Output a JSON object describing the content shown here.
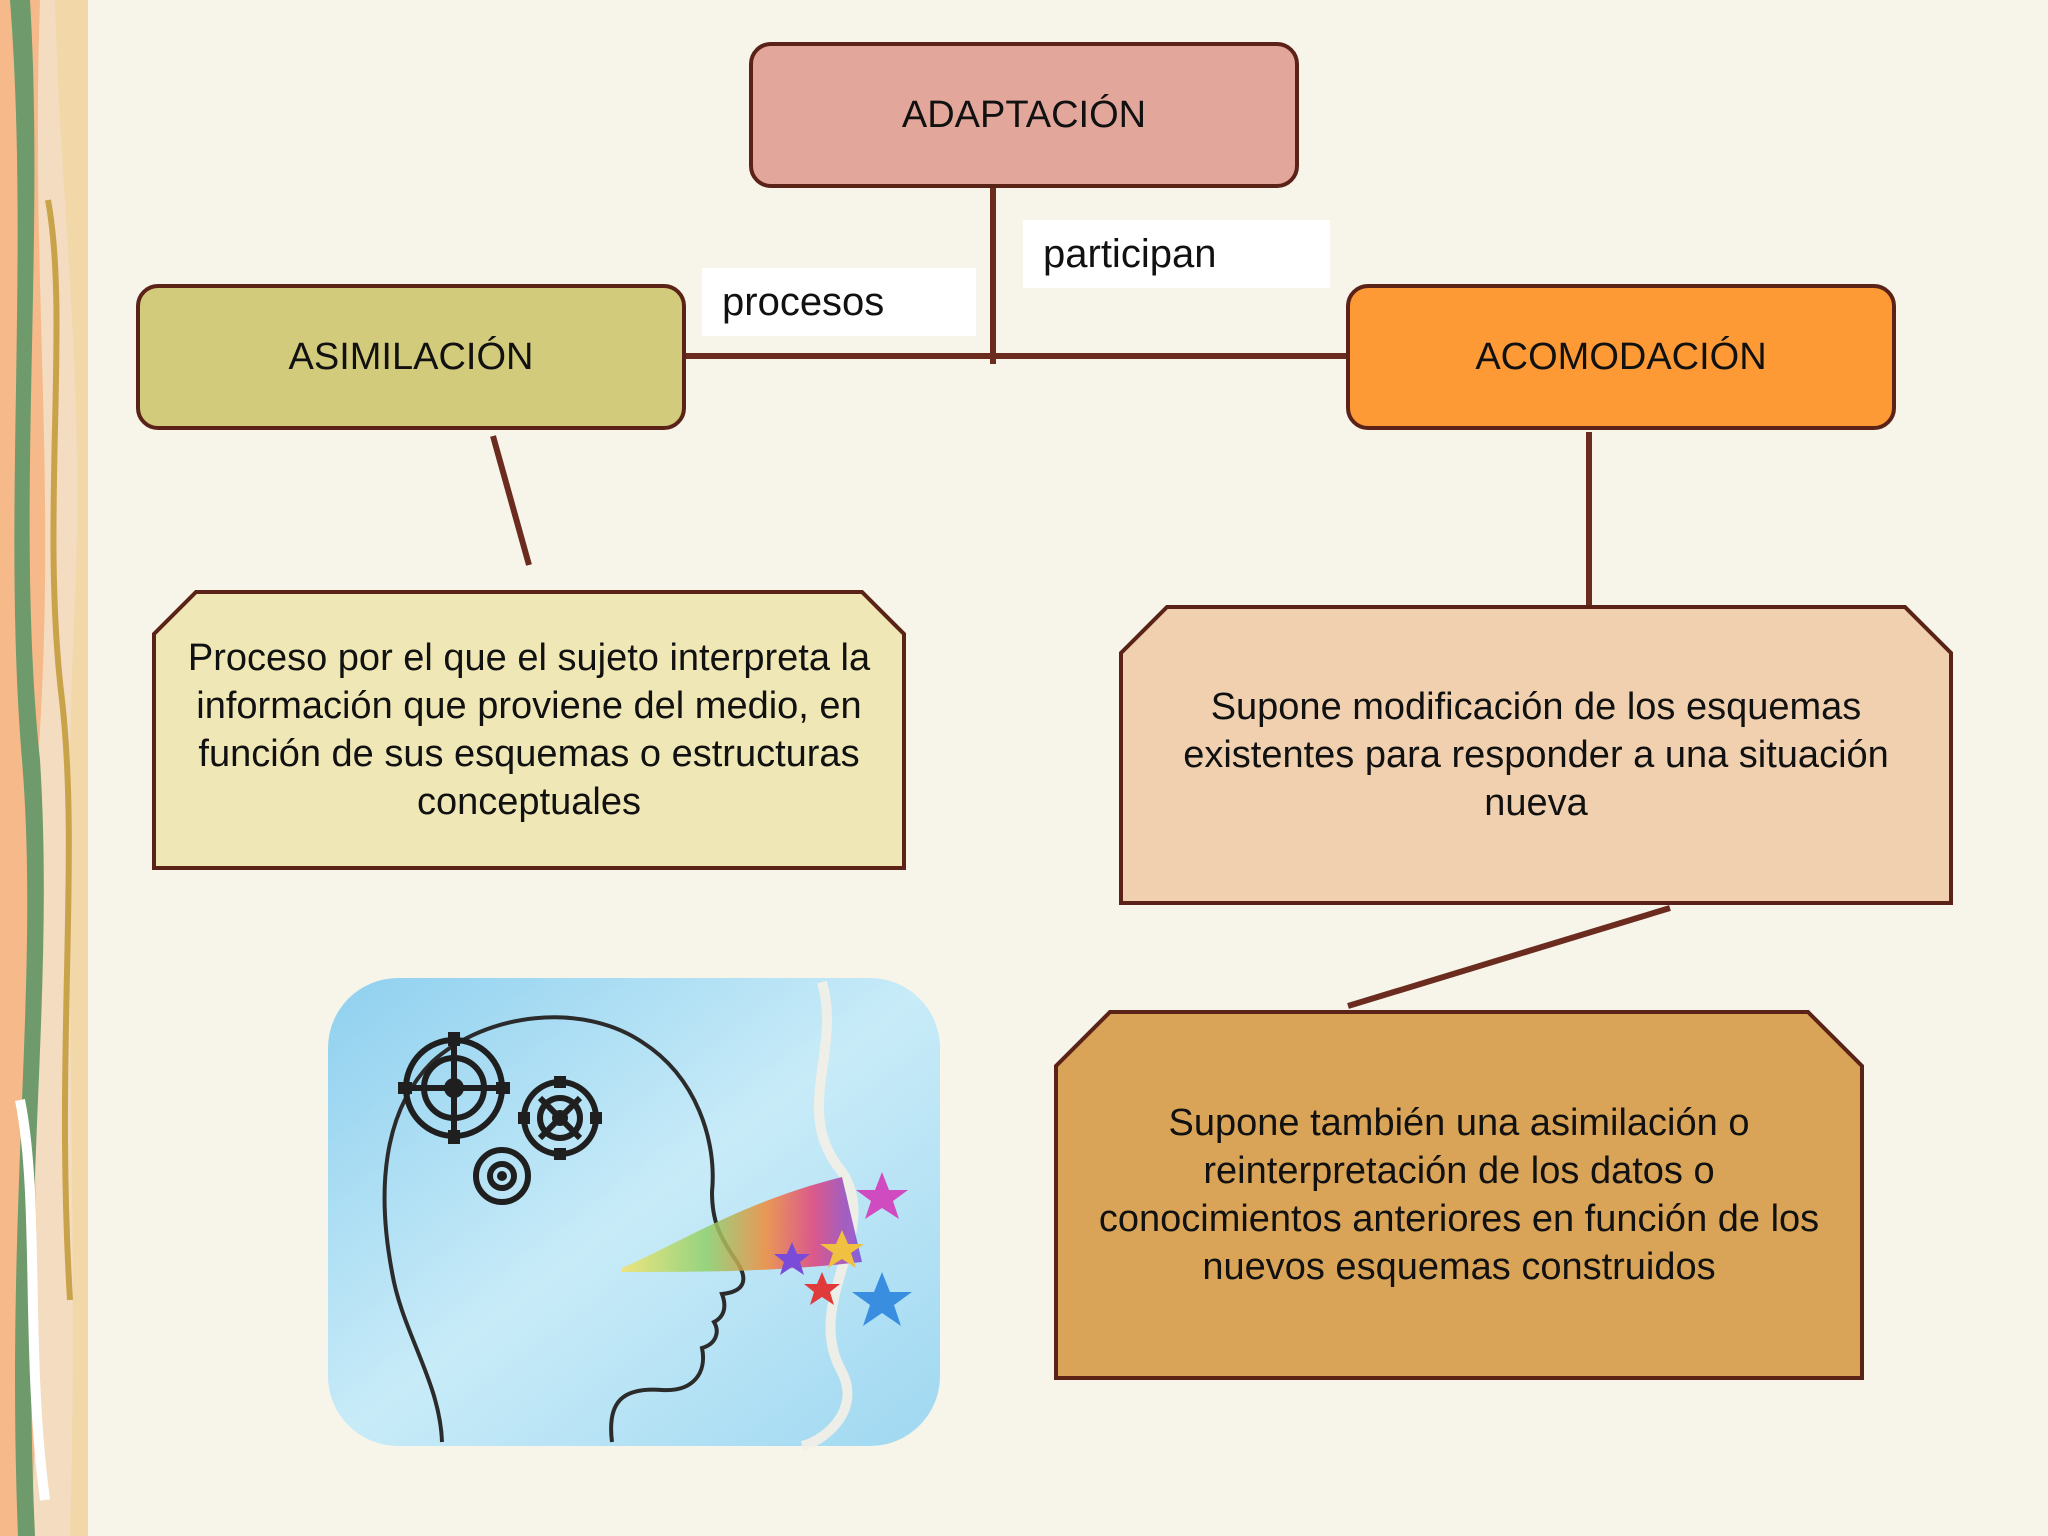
{
  "nodes": {
    "root": "ADAPTACIÓN",
    "left": "ASIMILACIÓN",
    "right": "ACOMODACIÓN",
    "left_desc": "Proceso por  el que el sujeto interpreta la información que proviene del medio, en función de sus esquemas o estructuras conceptuales",
    "right_desc": "Supone modificación de los  esquemas existentes para responder a una situación nueva",
    "right_desc2": "Supone también una asimilación o reinterpretación de los datos o conocimientos anteriores en función de los nuevos esquemas construidos"
  },
  "edge_labels": {
    "participan": "participan",
    "procesos": "procesos"
  },
  "colors": {
    "root": "#e2a79a",
    "left": "#d2cb7c",
    "right": "#fd9a35",
    "left_desc": "#efe7b5",
    "right_desc": "#f0d0af",
    "right_desc2": "#d9a457",
    "line": "#6b2c1f"
  },
  "icons": {
    "illustration": "head-with-gears-icon",
    "border": "decorative-ribbon-border"
  }
}
